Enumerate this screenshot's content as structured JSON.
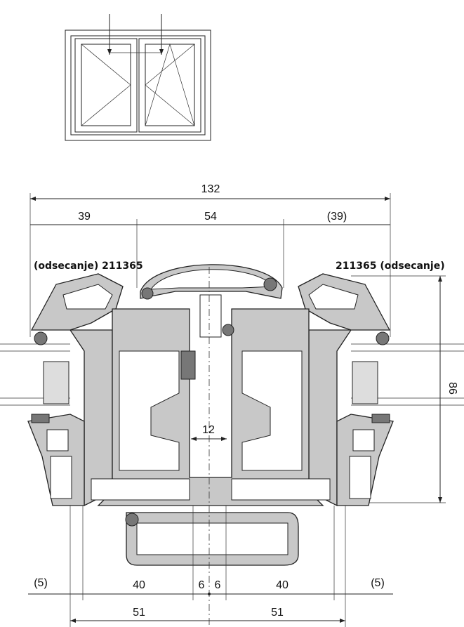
{
  "drawing": {
    "dimensions_top": {
      "overall": "132",
      "left": "39",
      "center": "54",
      "right": "(39)"
    },
    "labels": {
      "left_cut": "(odsecanje) 211365",
      "right_cut": "211365 (odsecanje)"
    },
    "height_dim": "86",
    "gap_dim": "12",
    "dimensions_bottom_row1": [
      "(5)",
      "40",
      "6",
      "6",
      "40",
      "(5)"
    ],
    "dimensions_bottom_row2": [
      "51",
      "51"
    ]
  }
}
